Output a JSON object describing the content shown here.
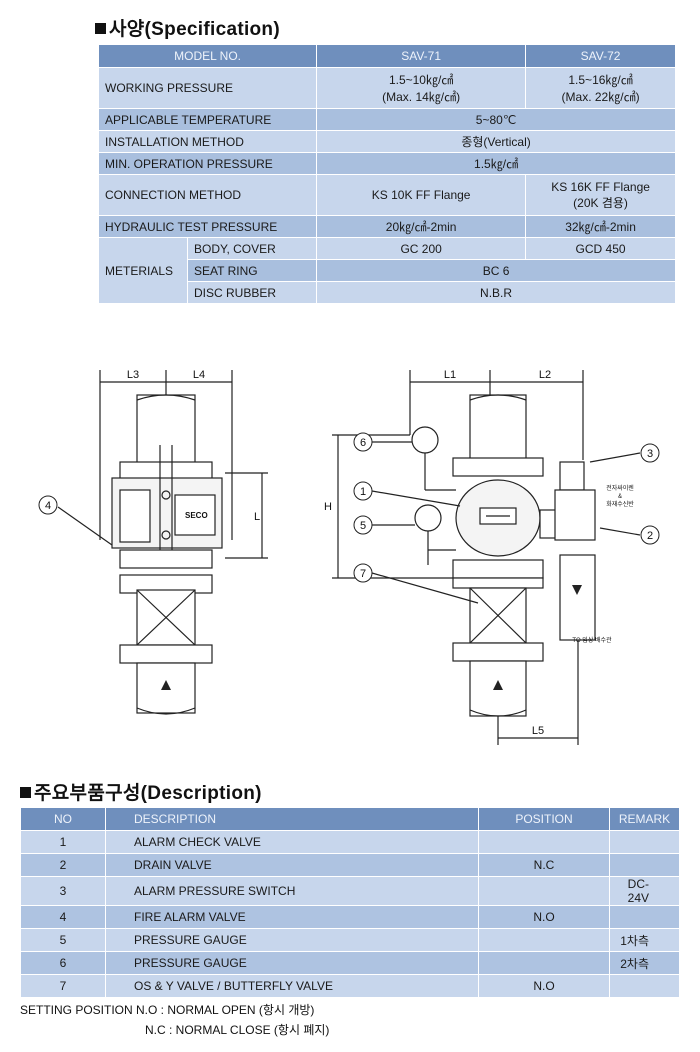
{
  "spec": {
    "title": "사양(Specification)",
    "header": {
      "model": "MODEL NO.",
      "sav71": "SAV-71",
      "sav72": "SAV-72"
    },
    "working_pressure": {
      "label": "WORKING PRESSURE",
      "sav71_line1": "1.5~10㎏/㎠",
      "sav71_line2": "(Max. 14㎏/㎠)",
      "sav72_line1": "1.5~16㎏/㎠",
      "sav72_line2": "(Max. 22㎏/㎠)"
    },
    "applicable_temperature": {
      "label": "APPLICABLE TEMPERATURE",
      "value": "5~80℃"
    },
    "installation_method": {
      "label": "INSTALLATION METHOD",
      "value": "종형(Vertical)"
    },
    "min_operation_pressure": {
      "label": "MIN. OPERATION PRESSURE",
      "value": "1.5㎏/㎠"
    },
    "connection_method": {
      "label": "CONNECTION METHOD",
      "sav71": "KS 10K FF Flange",
      "sav72_line1": "KS 16K FF Flange",
      "sav72_line2": "(20K 겸용)"
    },
    "hydraulic_test_pressure": {
      "label": "HYDRAULIC TEST PRESSURE",
      "sav71": "20㎏/㎠-2min",
      "sav72": "32㎏/㎠-2min"
    },
    "materials": {
      "label": "METERIALS",
      "body_cover": {
        "label": "BODY, COVER",
        "sav71": "GC 200",
        "sav72": "GCD 450"
      },
      "seat_ring": {
        "label": "SEAT RING",
        "value": "BC 6"
      },
      "disc_rubber": {
        "label": "DISC RUBBER",
        "value": "N.B.R"
      }
    }
  },
  "drawing": {
    "dims": {
      "l1": "L1",
      "l2": "L2",
      "l3": "L3",
      "l4": "L4",
      "l5": "L5",
      "h": "H",
      "l": "L"
    },
    "callouts": [
      "1",
      "2",
      "3",
      "4",
      "5",
      "6",
      "7"
    ],
    "brand": "SECO",
    "switch_note_line1": "전자싸이렌",
    "switch_note_line2": "&",
    "switch_note_line3": "화재수신반",
    "drain_note": "TO 입상 배수관"
  },
  "description": {
    "title": "주요부품구성(Description)",
    "headers": {
      "no": "NO",
      "description": "DESCRIPTION",
      "position": "POSITION",
      "remark": "REMARK"
    },
    "rows": [
      {
        "no": "1",
        "description": "ALARM CHECK VALVE",
        "position": "",
        "remark": ""
      },
      {
        "no": "2",
        "description": "DRAIN VALVE",
        "position": "N.C",
        "remark": ""
      },
      {
        "no": "3",
        "description": "ALARM PRESSURE SWITCH",
        "position": "",
        "remark": "DC-24V"
      },
      {
        "no": "4",
        "description": "FIRE ALARM VALVE",
        "position": "N.O",
        "remark": ""
      },
      {
        "no": "5",
        "description": "PRESSURE GAUGE",
        "position": "",
        "remark": "1차측"
      },
      {
        "no": "6",
        "description": "PRESSURE GAUGE",
        "position": "",
        "remark": "2차측"
      },
      {
        "no": "7",
        "description": "OS & Y VALVE / BUTTERFLY VALVE",
        "position": "N.O",
        "remark": ""
      }
    ]
  },
  "setting": {
    "line1": "SETTING POSITION N.O : NORMAL OPEN (항시 개방)",
    "line2": "N.C : NORMAL CLOSE (항시 폐지)"
  }
}
